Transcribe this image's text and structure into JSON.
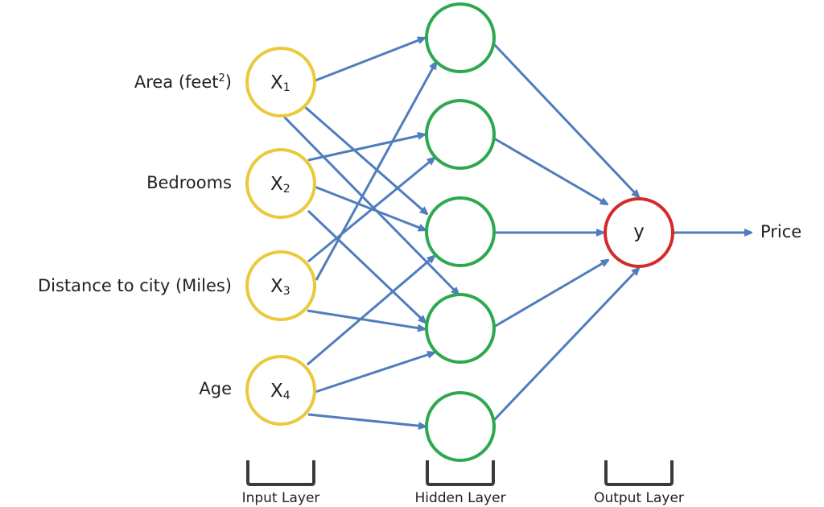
{
  "colors": {
    "input_stroke": "#EBC93B",
    "hidden_stroke": "#2EA84F",
    "output_stroke": "#D42A2A",
    "edge": "#4F7DBE",
    "bracket": "#3a3a3a",
    "text": "#222222"
  },
  "inputs": [
    {
      "id": "x1",
      "symbol": "X",
      "subscript": "1",
      "feature": "Area (feet",
      "feature_sup": "2",
      "feature_tail": ")"
    },
    {
      "id": "x2",
      "symbol": "X",
      "subscript": "2",
      "feature": "Bedrooms",
      "feature_sup": "",
      "feature_tail": ""
    },
    {
      "id": "x3",
      "symbol": "X",
      "subscript": "3",
      "feature": "Distance to city (Miles)",
      "feature_sup": "",
      "feature_tail": ""
    },
    {
      "id": "x4",
      "symbol": "X",
      "subscript": "4",
      "feature": "Age",
      "feature_sup": "",
      "feature_tail": ""
    }
  ],
  "hidden": [
    {
      "id": "h1"
    },
    {
      "id": "h2"
    },
    {
      "id": "h3"
    },
    {
      "id": "h4"
    },
    {
      "id": "h5"
    }
  ],
  "output": {
    "id": "y",
    "symbol": "y",
    "label": "Price"
  },
  "edges": [
    {
      "from": "x1",
      "to": "h1"
    },
    {
      "from": "x1",
      "to": "h3"
    },
    {
      "from": "x1",
      "to": "h4"
    },
    {
      "from": "x2",
      "to": "h2"
    },
    {
      "from": "x2",
      "to": "h3"
    },
    {
      "from": "x2",
      "to": "h4"
    },
    {
      "from": "x3",
      "to": "h1"
    },
    {
      "from": "x3",
      "to": "h2"
    },
    {
      "from": "x3",
      "to": "h4"
    },
    {
      "from": "x4",
      "to": "h3"
    },
    {
      "from": "x4",
      "to": "h4"
    },
    {
      "from": "x4",
      "to": "h5"
    },
    {
      "from": "h1",
      "to": "y"
    },
    {
      "from": "h2",
      "to": "y"
    },
    {
      "from": "h3",
      "to": "y"
    },
    {
      "from": "h4",
      "to": "y"
    },
    {
      "from": "h5",
      "to": "y"
    },
    {
      "from": "y",
      "to": "price"
    }
  ],
  "layers": {
    "input": "Input Layer",
    "hidden": "Hidden Layer",
    "output": "Output Layer"
  }
}
